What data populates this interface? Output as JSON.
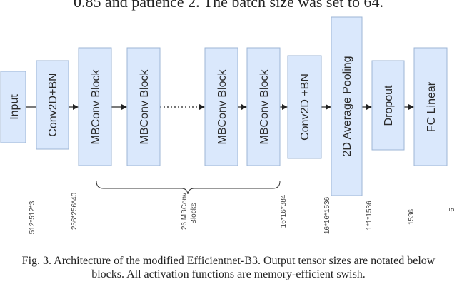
{
  "top_caption": "0.85 and patience 2. The batch size was set to 64.",
  "blocks": [
    {
      "id": "input",
      "label": "Input"
    },
    {
      "id": "conv-bn",
      "label": "Conv2D+BN"
    },
    {
      "id": "mbconv-1",
      "label": "MBConv Block"
    },
    {
      "id": "mbconv-2",
      "label": "MBConv Block"
    },
    {
      "id": "mbconv-3",
      "label": "MBConv Block"
    },
    {
      "id": "mbconv-4",
      "label": "MBConv Block"
    },
    {
      "id": "conv-bn-2",
      "label": "Conv2D +BN"
    },
    {
      "id": "avg-pool",
      "label": "2D Average Pooling"
    },
    {
      "id": "dropout",
      "label": "Dropout"
    },
    {
      "id": "fc-linear",
      "label": "FC Linear"
    }
  ],
  "output_sizes": [
    "512*512*3",
    "256*256*40",
    "16*16*384",
    "16*16*1536",
    "1*1*1536",
    "1536",
    "5"
  ],
  "brace_label": [
    "26 MBConv",
    "Blocks"
  ],
  "caption": "Fig. 3. Architecture of the modified Efficientnet-B3. Output tensor sizes are notated below blocks. All activation functions are memory-efficient swish."
}
